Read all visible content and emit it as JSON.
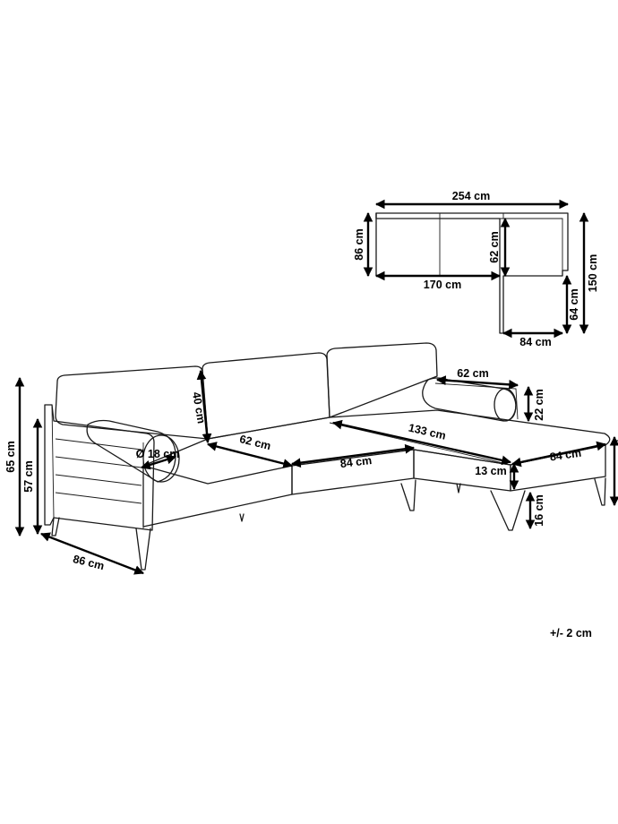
{
  "dimensions": {
    "top_total_width": "254 cm",
    "top_depth": "86 cm",
    "top_seat_depth": "62 cm",
    "top_sofa_width": "170 cm",
    "top_total_length": "150 cm",
    "top_chaise_extra": "64 cm",
    "top_chaise_width": "84 cm",
    "bolster_length": "62 cm",
    "bolster_height": "22 cm",
    "back_cushion_height": "40 cm",
    "bolster_diameter": "Ø 18 cm",
    "seat_depth": "62 cm",
    "seat_width": "84 cm",
    "chaise_length": "133 cm",
    "chaise_width": "84 cm",
    "chaise_seat_thickness": "13 cm",
    "leg_height": "16 cm",
    "total_height": "65 cm",
    "armrest_height": "57 cm",
    "arm_depth": "86 cm"
  },
  "tolerance": "+/- 2 cm"
}
